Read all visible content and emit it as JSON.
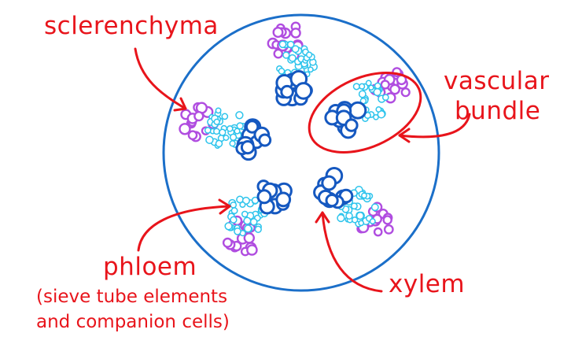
{
  "labels": {
    "sclerenchyma": "sclerenchyma",
    "vascular_bundle_line1": "vascular",
    "vascular_bundle_line2": "bundle",
    "phloem": "phloem",
    "phloem_note_line1": "(sieve tube elements",
    "phloem_note_line2": "and companion cells)",
    "xylem": "xylem"
  },
  "colors": {
    "stem_outline": "#1b6fc9",
    "xylem": "#1558c0",
    "phloem": "#2ec4ec",
    "sclerenchyma": "#b04de0",
    "annotation": "#e8141b"
  },
  "icons": [
    "red-annotation-arrow",
    "highlight-ellipse"
  ]
}
